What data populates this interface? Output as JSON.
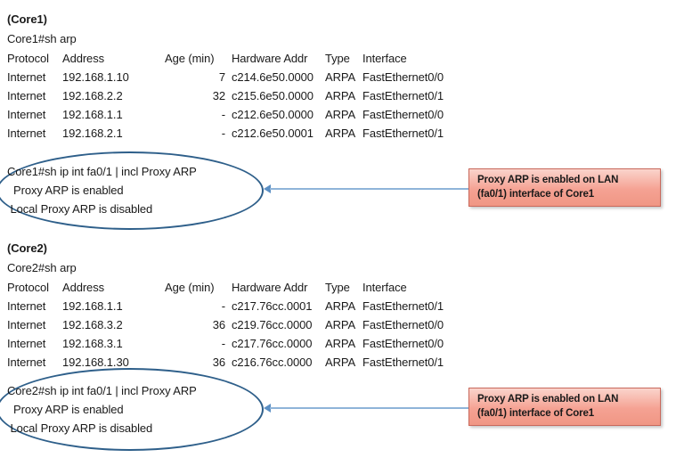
{
  "document": {
    "background": "#ffffff",
    "text_color": "#1a1a1a",
    "ellipse_color": "#2e5f8a",
    "arrow_color": "#8fb4d9",
    "callout_fill": "#f5a293",
    "callout_border": "#c9695c"
  },
  "sections": [
    {
      "id": "core1",
      "title": "(Core1)",
      "command": "Core1#sh arp",
      "table": {
        "headers": [
          "Protocol",
          "Address",
          "Age (min)",
          "Hardware Addr",
          "Type",
          "Interface"
        ],
        "rows": [
          [
            "Internet",
            "192.168.1.10",
            "7",
            "c214.6e50.0000",
            "ARPA",
            "FastEthernet0/0"
          ],
          [
            "Internet",
            "192.168.2.2",
            "32",
            "c215.6e50.0000",
            "ARPA",
            "FastEthernet0/1"
          ],
          [
            "Internet",
            "192.168.1.1",
            "-",
            "c212.6e50.0000",
            "ARPA",
            "FastEthernet0/0"
          ],
          [
            "Internet",
            "192.168.2.1",
            "-",
            "c212.6e50.0001",
            "ARPA",
            "FastEthernet0/1"
          ]
        ]
      },
      "highlight": {
        "lines": [
          "Core1#sh ip int fa0/1 | incl Proxy ARP",
          "  Proxy ARP is enabled",
          " Local Proxy ARP is disabled"
        ]
      },
      "callout": {
        "line1": "Proxy ARP is enabled on LAN",
        "line2": "(fa0/1) interface of Core1"
      }
    },
    {
      "id": "core2",
      "title": "(Core2)",
      "command": "Core2#sh arp",
      "table": {
        "headers": [
          "Protocol",
          "Address",
          "Age (min)",
          "Hardware Addr",
          "Type",
          "Interface"
        ],
        "rows": [
          [
            "Internet",
            "192.168.1.1",
            "-",
            "c217.76cc.0001",
            "ARPA",
            "FastEthernet0/1"
          ],
          [
            "Internet",
            "192.168.3.2",
            "36",
            "c219.76cc.0000",
            "ARPA",
            "FastEthernet0/0"
          ],
          [
            "Internet",
            "192.168.3.1",
            "-",
            "c217.76cc.0000",
            "ARPA",
            "FastEthernet0/0"
          ],
          [
            "Internet",
            "192.168.1.30",
            "36",
            "c216.76cc.0000",
            "ARPA",
            "FastEthernet0/1"
          ]
        ]
      },
      "highlight": {
        "lines": [
          "Core2#sh ip int fa0/1 | incl Proxy ARP",
          "  Proxy ARP is enabled",
          " Local Proxy ARP is disabled"
        ]
      },
      "callout": {
        "line1": "Proxy ARP is enabled on LAN",
        "line2": "(fa0/1) interface of Core1"
      }
    }
  ]
}
